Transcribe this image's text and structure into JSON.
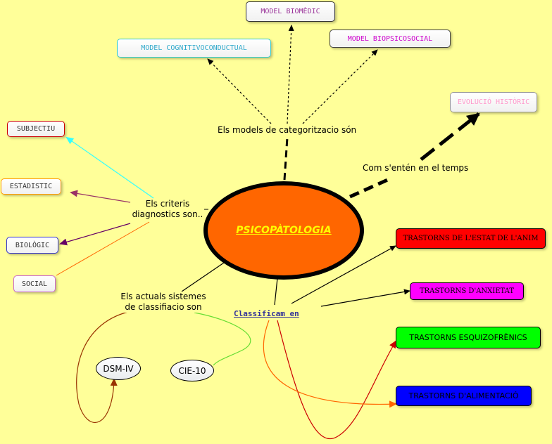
{
  "central": {
    "label": "PSICOPÀTOLOGIA"
  },
  "models": {
    "link_label": "Els models de categoritzacio són",
    "biomedic": "MODEL BIOMÈDIC",
    "cognitivo": "MODEL COGNITIVOCONDUCTUAL",
    "biopsico": "MODEL BIOPSICOSOCIAL"
  },
  "temps": {
    "link_label": "Com s'entén en el temps",
    "evolucio": "EVOLUCIÓ HISTÒRIC"
  },
  "criteris": {
    "link_label_1": "Els criteris",
    "link_label_2": "diagnostics son..",
    "subjectiu": "SUBJECTIU",
    "estadistic": "ESTADISTIC",
    "biologic": "BIOLÒGIC",
    "social": "SOCIAL"
  },
  "sistemes": {
    "link_label_1": "Els actuals sistemes",
    "link_label_2": "de classifiacio son",
    "dsm": "DSM-IV",
    "cie": "CIE-10"
  },
  "classificam": {
    "label": "Classificam en",
    "trastorns_anim": "TRASTORNS DE L'ESTAT DE L'ANIM",
    "trastorns_anxietat": "TRASTORNS D'ANXIETAT",
    "trastorns_esquizo": "TRASTORNS ESQUIZOFRÈNICS",
    "trastorns_aliment": "TRASTORNS D'ALIMENTACIÓ"
  },
  "colors": {
    "background": "#ffff99",
    "central_fill": "#ff6600",
    "central_text": "#ffff00",
    "biomedic": "#993399",
    "cognitivo": "#33cccc",
    "biopsico": "#cc00cc",
    "evolucio": "#ff99cc",
    "anim": "#ff0000",
    "anxietat": "#ff00ff",
    "esquizo": "#00ff00",
    "aliment": "#0000ff"
  }
}
